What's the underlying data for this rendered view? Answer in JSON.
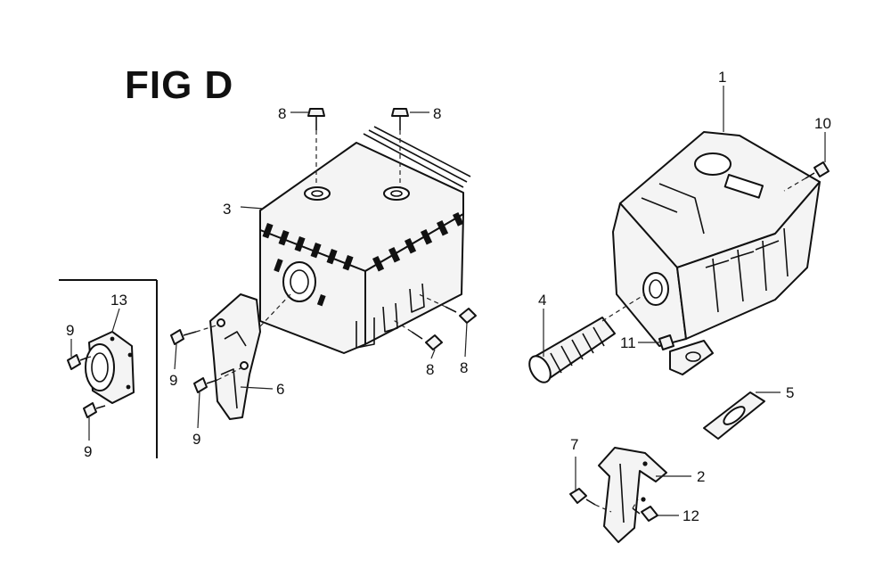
{
  "figure": {
    "title": "FIG D"
  },
  "callouts": {
    "c1": "1",
    "c2": "2",
    "c3": "3",
    "c4": "4",
    "c5": "5",
    "c6": "6",
    "c7": "7",
    "c8a": "8",
    "c8b": "8",
    "c8c": "8",
    "c8d": "8",
    "c9a": "9",
    "c9b": "9",
    "c9c": "9",
    "c9d": "9",
    "c10": "10",
    "c11": "11",
    "c12": "12",
    "c13": "13"
  }
}
